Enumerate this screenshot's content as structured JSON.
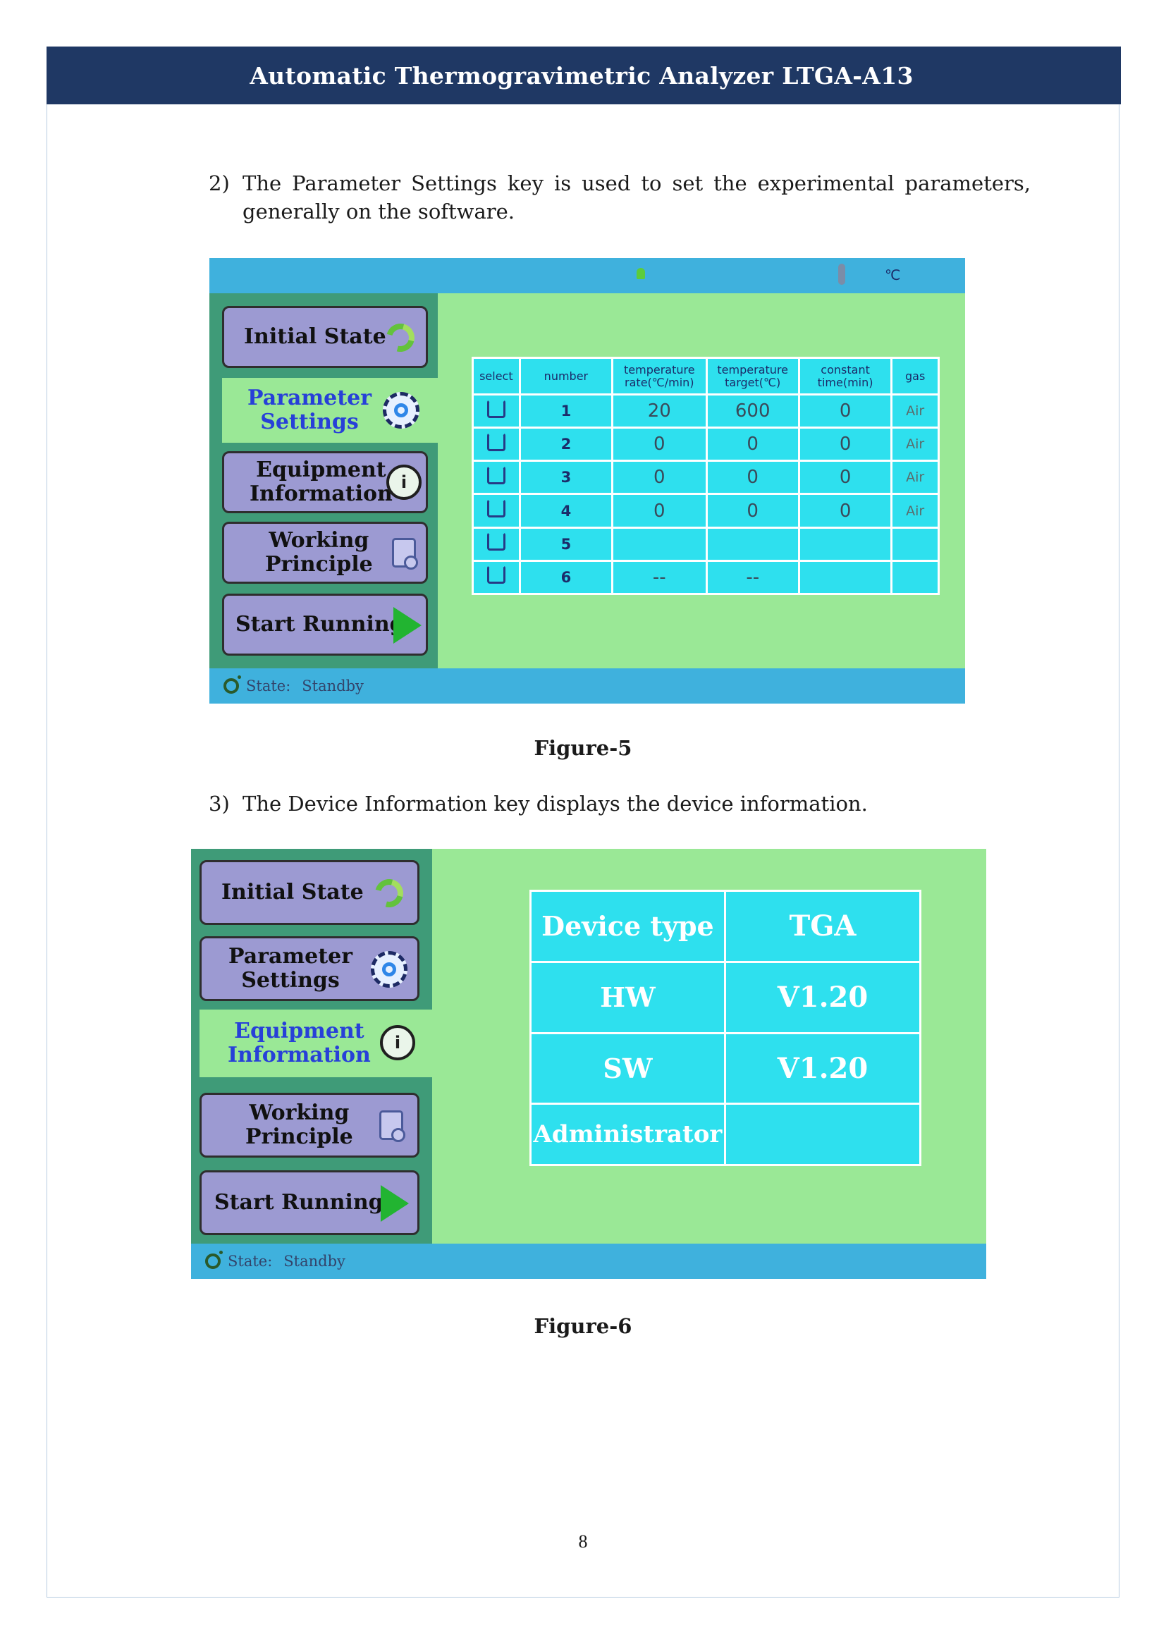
{
  "header": {
    "title": "Automatic Thermogravimetric Analyzer LTGA-A13"
  },
  "items": [
    {
      "num": "2)",
      "line1": "The Parameter Settings key is used to set the experimental parameters,",
      "line2": "generally on the software."
    },
    {
      "num": "3)",
      "text": "The Device Information key displays the device information."
    }
  ],
  "menu": {
    "initial_state": "Initial State",
    "parameter_settings": [
      "Parameter",
      "Settings"
    ],
    "equipment_information": [
      "Equipment",
      "Information"
    ],
    "working_principle": [
      "Working",
      "Principle"
    ],
    "start_running": "Start Running"
  },
  "status": {
    "label": "State:",
    "value": "Standby"
  },
  "figure5": {
    "caption": "Figure-5",
    "topbar_unit": "℃",
    "table": {
      "headers": [
        "select",
        "number",
        "temperature rate(℃/min)",
        "temperature target(℃)",
        "constant time(min)",
        "gas"
      ],
      "rows": [
        {
          "number": "1",
          "rate": "20",
          "target": "600",
          "time": "0",
          "gas": "Air"
        },
        {
          "number": "2",
          "rate": "0",
          "target": "0",
          "time": "0",
          "gas": "Air"
        },
        {
          "number": "3",
          "rate": "0",
          "target": "0",
          "time": "0",
          "gas": "Air"
        },
        {
          "number": "4",
          "rate": "0",
          "target": "0",
          "time": "0",
          "gas": "Air"
        },
        {
          "number": "5",
          "rate": "",
          "target": "",
          "time": "",
          "gas": ""
        },
        {
          "number": "6",
          "rate": "--",
          "target": "--",
          "time": "",
          "gas": ""
        }
      ]
    }
  },
  "figure6": {
    "caption": "Figure-6",
    "info": [
      {
        "key": "Device type",
        "value": "TGA"
      },
      {
        "key": "HW",
        "value": "V1.20"
      },
      {
        "key": "SW",
        "value": "V1.20"
      },
      {
        "key": "Administrator",
        "value": ""
      }
    ]
  },
  "page_number": "8",
  "colors": {
    "header_bg": "#1f3864",
    "screen_bg": "#9ae896",
    "sidebar_bg": "#3f9b78",
    "button_bg": "#9c9ad2",
    "active_text": "#2740d8",
    "table_bg": "#2ee0ee",
    "bar_bg": "#3fb1dd"
  }
}
